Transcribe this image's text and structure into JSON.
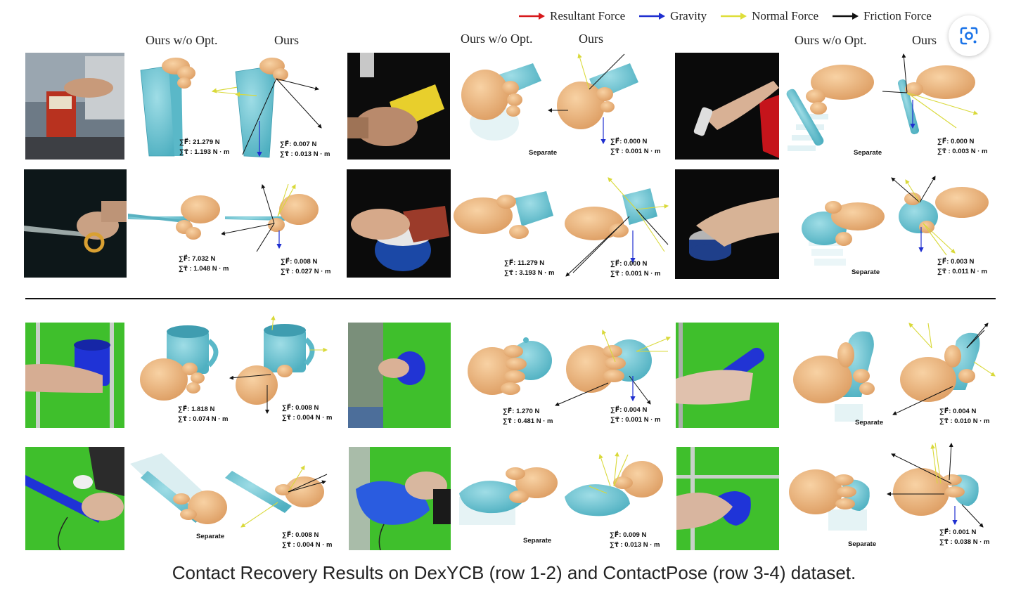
{
  "legend": [
    {
      "label": "Resultant Force",
      "color": "#d7191c"
    },
    {
      "label": "Gravity",
      "color": "#1f2fd0"
    },
    {
      "label": "Normal Force",
      "color": "#dede3a"
    },
    {
      "label": "Friction Force",
      "color": "#111111"
    }
  ],
  "lens_icon": "google-lens-icon",
  "col_heads": {
    "wo_opt": "Ours w/o Opt.",
    "ours": "Ours"
  },
  "separate_label": "Separate",
  "metrics": {
    "r1c1a": {
      "f": "∑F⃗: 21.279 N",
      "t": "∑τ⃗ : 1.193 N · m"
    },
    "r1c1b": {
      "f": "∑F⃗: 0.007 N",
      "t": "∑τ⃗ : 0.013 N · m"
    },
    "r1c2b": {
      "f": "∑F⃗: 0.000 N",
      "t": "∑τ⃗ : 0.001 N · m"
    },
    "r1c3b": {
      "f": "∑F⃗: 0.000 N",
      "t": "∑τ⃗ : 0.003 N · m"
    },
    "r2c1a": {
      "f": "∑F⃗: 7.032 N",
      "t": "∑τ⃗ : 1.048 N · m"
    },
    "r2c1b": {
      "f": "∑F⃗: 0.008 N",
      "t": "∑τ⃗ : 0.027 N · m"
    },
    "r2c2a": {
      "f": "∑F⃗: 11.279 N",
      "t": "∑τ⃗ : 3.193 N · m"
    },
    "r2c2b": {
      "f": "∑F⃗: 0.000 N",
      "t": "∑τ⃗ : 0.001 N · m"
    },
    "r2c3b": {
      "f": "∑F⃗: 0.003 N",
      "t": "∑τ⃗ : 0.011 N · m"
    },
    "r3c1a": {
      "f": "∑F⃗: 1.818 N",
      "t": "∑τ⃗ : 0.074 N · m"
    },
    "r3c1b": {
      "f": "∑F⃗: 0.008 N",
      "t": "∑τ⃗ : 0.004 N · m"
    },
    "r3c2a": {
      "f": "∑F⃗: 1.270 N",
      "t": "∑τ⃗ : 0.481 N · m"
    },
    "r3c2b": {
      "f": "∑F⃗: 0.004 N",
      "t": "∑τ⃗ : 0.001 N · m"
    },
    "r3c3b": {
      "f": "∑F⃗: 0.004 N",
      "t": "∑τ⃗ : 0.010 N · m"
    },
    "r4c1b": {
      "f": "∑F⃗: 0.008 N",
      "t": "∑τ⃗ : 0.004 N · m"
    },
    "r4c2b": {
      "f": "∑F⃗: 0.009 N",
      "t": "∑τ⃗ : 0.013 N · m"
    },
    "r4c3b": {
      "f": "∑F⃗: 0.001 N",
      "t": "∑τ⃗ : 0.038 N · m"
    }
  },
  "caption": "Contact Recovery Results on DexYCB (row 1-2) and ContactPose (row 3-4) dataset."
}
